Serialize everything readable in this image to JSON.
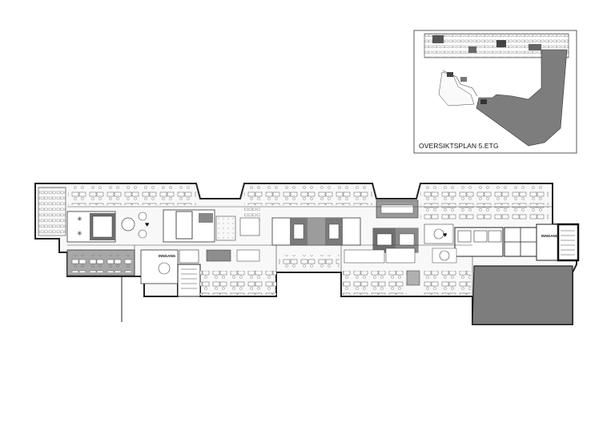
{
  "inset": {
    "title": "OVERSIKTSPLAN 5.ETG"
  },
  "labels": {
    "entrance_left": "INNGANG",
    "entrance_right": "INNGANG"
  },
  "colors": {
    "wall": "#2b2b2b",
    "dark_fill": "#777777",
    "mid_fill": "#9e9e9e",
    "light_fill": "#bdbdbd",
    "floor": "#f7f7f7"
  }
}
